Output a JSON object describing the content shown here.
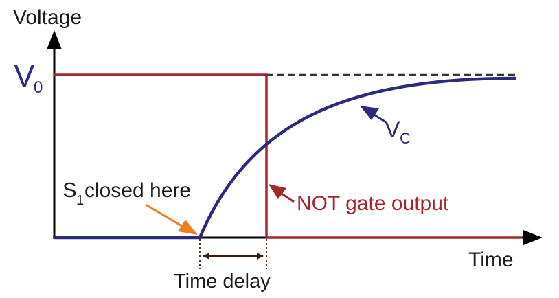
{
  "labels": {
    "y_axis": "Voltage",
    "x_axis": "Time",
    "v0_main": "V",
    "v0_sub": "0",
    "vc_main": "V",
    "vc_sub": "C",
    "s1_main": "S",
    "s1_sub": "1",
    "s1_rest": "closed here",
    "not_gate": "NOT gate output",
    "time_delay": "Time delay"
  },
  "colors": {
    "axis": "#000000",
    "not_gate_line": "#a4272b",
    "capacitor_curve": "#2b2a7c",
    "v0_dashed_line": "#333333",
    "s1_arrow": "#f07d23",
    "time_delay_arrow": "#3b2010",
    "label_black": "#1a1a1a",
    "label_blue": "#2b2a7c",
    "label_red": "#a4272b"
  }
}
